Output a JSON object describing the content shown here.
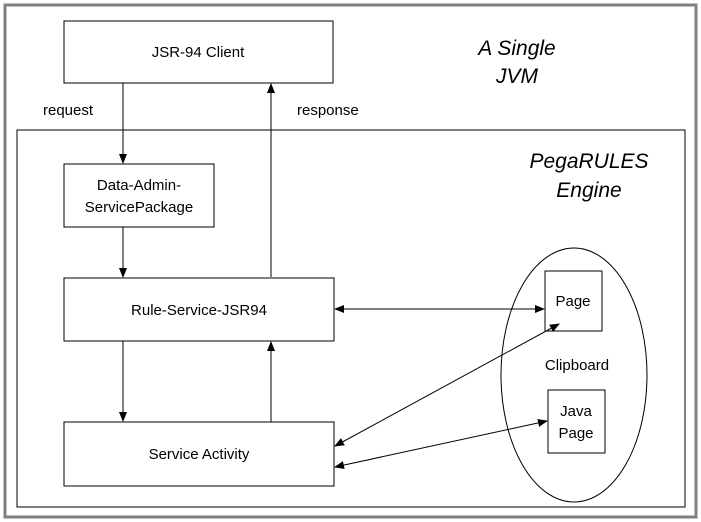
{
  "title": {
    "line1": "A Single",
    "line2": "JVM"
  },
  "engine": {
    "line1": "PegaRULES",
    "line2": "Engine"
  },
  "nodes": {
    "client": "JSR-94 Client",
    "admin_line1": "Data-Admin-",
    "admin_line2": "ServicePackage",
    "rule_service": "Rule-Service-JSR94",
    "service_activity": "Service Activity",
    "page": "Page",
    "java_page_line1": "Java",
    "java_page_line2": "Page"
  },
  "clipboard": "Clipboard",
  "edges": {
    "request": "request",
    "response": "response"
  }
}
